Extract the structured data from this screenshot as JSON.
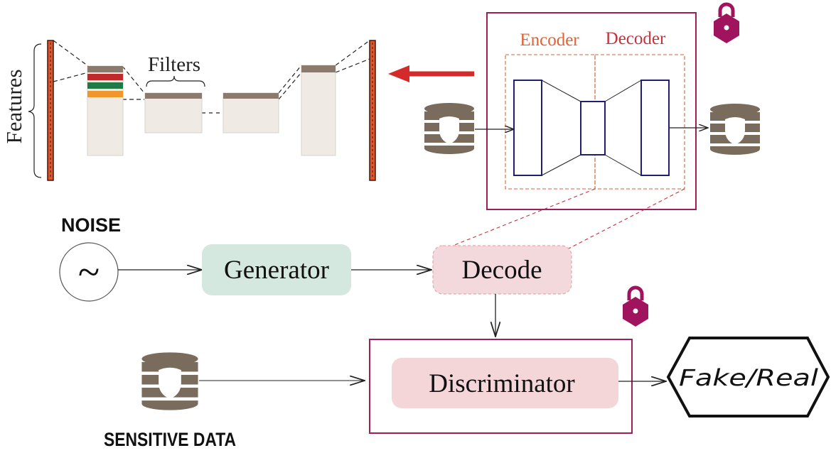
{
  "labels": {
    "features": "Features",
    "filters": "Filters",
    "encoder": "Encoder",
    "decoder": "Decoder",
    "noise": "NOISE",
    "noise_symbol": "~",
    "generator": "Generator",
    "decode": "Decode",
    "discriminator": "Discriminator",
    "fake_real": "Fake/Real",
    "sensitive_data": "SENSITIVE DATA"
  },
  "colors": {
    "maroon": "#9c1e5c",
    "lock": "#a0145e",
    "encoder_text": "#e0622e",
    "decoder_text": "#c8323c",
    "arrow_red": "#d42a2a",
    "db_brown": "#7a6c5d",
    "generator_fill": "#d5e8df",
    "decode_fill": "#f3d9db",
    "discriminator_fill": "#f4d6d8",
    "navy": "#1f1f6e",
    "feature_bar": "#e0562a"
  },
  "icons": [
    "lock-icon",
    "database-shield-icon",
    "tilde-icon"
  ]
}
